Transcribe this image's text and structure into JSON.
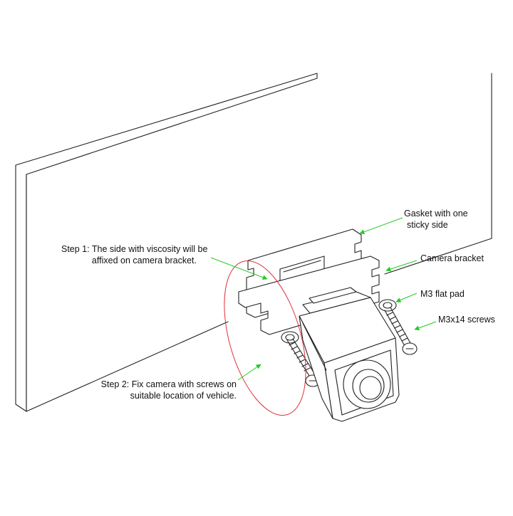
{
  "callouts": {
    "gasket_line1": "Gasket with one",
    "gasket_line2": "sticky side",
    "bracket": "Camera bracket",
    "flat_pad": "M3 flat pad",
    "screws": "M3x14 screws",
    "step1_line1": "Step 1: The side with viscosity will be",
    "step1_line2": "affixed on camera bracket.",
    "step2_line1": "Step 2: Fix camera with screws on",
    "step2_line2": "suitable location of vehicle."
  },
  "colors": {
    "line": "#222222",
    "leader": "#22cc22",
    "highlight": "#e0303a"
  }
}
